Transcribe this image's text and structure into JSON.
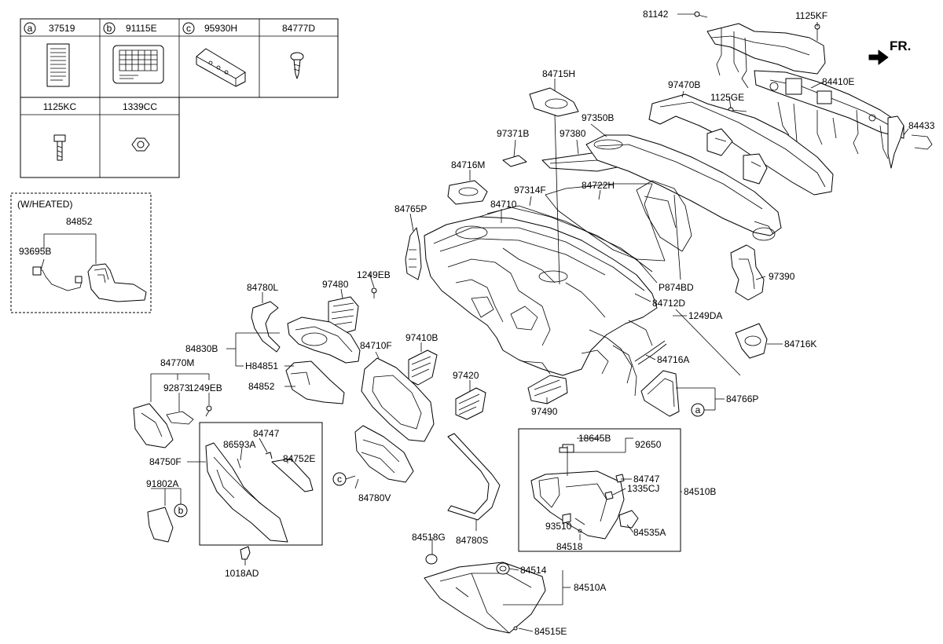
{
  "legend": {
    "row1": [
      {
        "letter": "a",
        "part": "37519"
      },
      {
        "letter": "b",
        "part": "91115E"
      },
      {
        "letter": "c",
        "part": "95930H"
      },
      {
        "letter": "",
        "part": "84777D"
      }
    ],
    "row2": [
      {
        "part": "1125KC"
      },
      {
        "part": "1339CC"
      }
    ]
  },
  "heated": {
    "title": "(W/HEATED)",
    "parts": [
      "84852",
      "93695B"
    ]
  },
  "front_indicator": "FR.",
  "callouts": {
    "a": "a",
    "b": "b",
    "c": "c"
  },
  "labels": [
    {
      "id": "81142",
      "text": "81142"
    },
    {
      "id": "1125KF",
      "text": "1125KF"
    },
    {
      "id": "84715H",
      "text": "84715H"
    },
    {
      "id": "97470B",
      "text": "97470B"
    },
    {
      "id": "84410E",
      "text": "84410E"
    },
    {
      "id": "1125GE",
      "text": "1125GE"
    },
    {
      "id": "97350B",
      "text": "97350B"
    },
    {
      "id": "84433",
      "text": "84433"
    },
    {
      "id": "97371B",
      "text": "97371B"
    },
    {
      "id": "97380",
      "text": "97380"
    },
    {
      "id": "84716M",
      "text": "84716M"
    },
    {
      "id": "97314F",
      "text": "97314F"
    },
    {
      "id": "84722H",
      "text": "84722H"
    },
    {
      "id": "84710",
      "text": "84710"
    },
    {
      "id": "84765P",
      "text": "84765P"
    },
    {
      "id": "97390",
      "text": "97390"
    },
    {
      "id": "P874BD",
      "text": "P874BD"
    },
    {
      "id": "84712D",
      "text": "84712D"
    },
    {
      "id": "1249EB-top",
      "text": "1249EB"
    },
    {
      "id": "97480",
      "text": "97480"
    },
    {
      "id": "84780L",
      "text": "84780L"
    },
    {
      "id": "1249DA",
      "text": "1249DA"
    },
    {
      "id": "84716K",
      "text": "84716K"
    },
    {
      "id": "84830B",
      "text": "84830B"
    },
    {
      "id": "84710F",
      "text": "84710F"
    },
    {
      "id": "97410B",
      "text": "97410B"
    },
    {
      "id": "84716A",
      "text": "84716A"
    },
    {
      "id": "84770M",
      "text": "84770M"
    },
    {
      "id": "H84851",
      "text": "H84851"
    },
    {
      "id": "84852",
      "text": "84852"
    },
    {
      "id": "97420",
      "text": "97420"
    },
    {
      "id": "92873",
      "text": "92873"
    },
    {
      "id": "1249EB-left",
      "text": "1249EB"
    },
    {
      "id": "84766P",
      "text": "84766P"
    },
    {
      "id": "97490",
      "text": "97490"
    },
    {
      "id": "84747-left",
      "text": "84747"
    },
    {
      "id": "86593A",
      "text": "86593A"
    },
    {
      "id": "84752E",
      "text": "84752E"
    },
    {
      "id": "84750F",
      "text": "84750F"
    },
    {
      "id": "18645B",
      "text": "18645B"
    },
    {
      "id": "92650",
      "text": "92650"
    },
    {
      "id": "91802A",
      "text": "91802A"
    },
    {
      "id": "84780V",
      "text": "84780V"
    },
    {
      "id": "84747-right",
      "text": "84747"
    },
    {
      "id": "1335CJ",
      "text": "1335CJ"
    },
    {
      "id": "84510B",
      "text": "84510B"
    },
    {
      "id": "93510",
      "text": "93510"
    },
    {
      "id": "84535A",
      "text": "84535A"
    },
    {
      "id": "84518G",
      "text": "84518G"
    },
    {
      "id": "84780S",
      "text": "84780S"
    },
    {
      "id": "84518",
      "text": "84518"
    },
    {
      "id": "1018AD",
      "text": "1018AD"
    },
    {
      "id": "84514",
      "text": "84514"
    },
    {
      "id": "84510A",
      "text": "84510A"
    },
    {
      "id": "84515E",
      "text": "84515E"
    }
  ]
}
